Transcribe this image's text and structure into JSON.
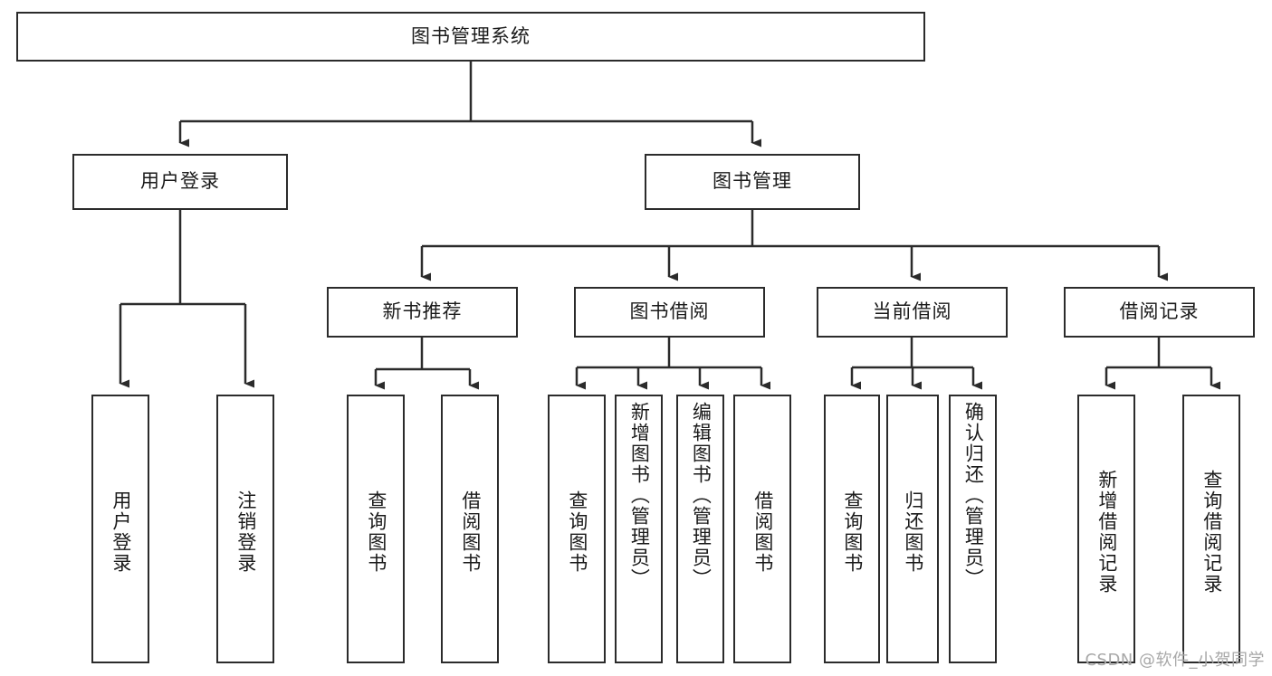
{
  "diagram": {
    "title": "图书管理系统",
    "type": "hierarchy-tree",
    "root": {
      "id": "root",
      "label": "图书管理系统",
      "orientation": "horizontal"
    },
    "level2": [
      {
        "id": "user-login",
        "label": "用户登录",
        "orientation": "horizontal"
      },
      {
        "id": "book-management",
        "label": "图书管理",
        "orientation": "horizontal"
      }
    ],
    "level3": [
      {
        "id": "new-book-recommend",
        "label": "新书推荐",
        "orientation": "horizontal",
        "parent": "book-management"
      },
      {
        "id": "book-borrow",
        "label": "图书借阅",
        "orientation": "horizontal",
        "parent": "book-management"
      },
      {
        "id": "current-borrow",
        "label": "当前借阅",
        "orientation": "horizontal",
        "parent": "book-management"
      },
      {
        "id": "borrow-record",
        "label": "借阅记录",
        "orientation": "horizontal",
        "parent": "book-management"
      }
    ],
    "leaves": [
      {
        "id": "leaf-user-login",
        "label": "用户登录",
        "parent": "user-login"
      },
      {
        "id": "leaf-logout-login",
        "label": "注销登录",
        "parent": "user-login"
      },
      {
        "id": "leaf-query-book-1",
        "label": "查询图书",
        "parent": "new-book-recommend"
      },
      {
        "id": "leaf-borrow-book-1",
        "label": "借阅图书",
        "parent": "new-book-recommend"
      },
      {
        "id": "leaf-query-book-2",
        "label": "查询图书",
        "parent": "book-borrow"
      },
      {
        "id": "leaf-add-book",
        "label": "新增图书（管理员）",
        "parent": "book-borrow"
      },
      {
        "id": "leaf-edit-book",
        "label": "编辑图书（管理员）",
        "parent": "book-borrow"
      },
      {
        "id": "leaf-borrow-book-2",
        "label": "借阅图书",
        "parent": "book-borrow"
      },
      {
        "id": "leaf-query-book-3",
        "label": "查询图书",
        "parent": "current-borrow"
      },
      {
        "id": "leaf-return-book",
        "label": "归还图书",
        "parent": "current-borrow"
      },
      {
        "id": "leaf-confirm-return",
        "label": "确认归还（管理员）",
        "parent": "current-borrow"
      },
      {
        "id": "leaf-add-record",
        "label": "新增借阅记录",
        "parent": "borrow-record"
      },
      {
        "id": "leaf-query-record",
        "label": "查询借阅记录",
        "parent": "borrow-record"
      }
    ],
    "watermark": "CSDN @软件_小贺同学",
    "colors": {
      "stroke": "#2b2b2b",
      "fill": "#ffffff",
      "text": "#1a1a1a",
      "watermark": "#a8a8a8"
    }
  }
}
